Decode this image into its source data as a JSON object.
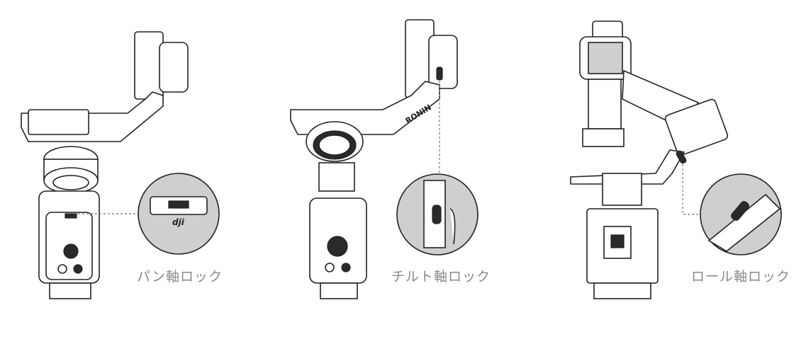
{
  "labels": {
    "pan_lock": "パン軸ロック",
    "tilt_lock": "チルト軸ロック",
    "roll_lock": "ロール軸ロック"
  },
  "brand": {
    "logo": "dji",
    "arm_text": "RONIN"
  },
  "colors": {
    "label": "#8a8a8a",
    "callout_fill": "#cfcfcf",
    "line": "#222222"
  }
}
